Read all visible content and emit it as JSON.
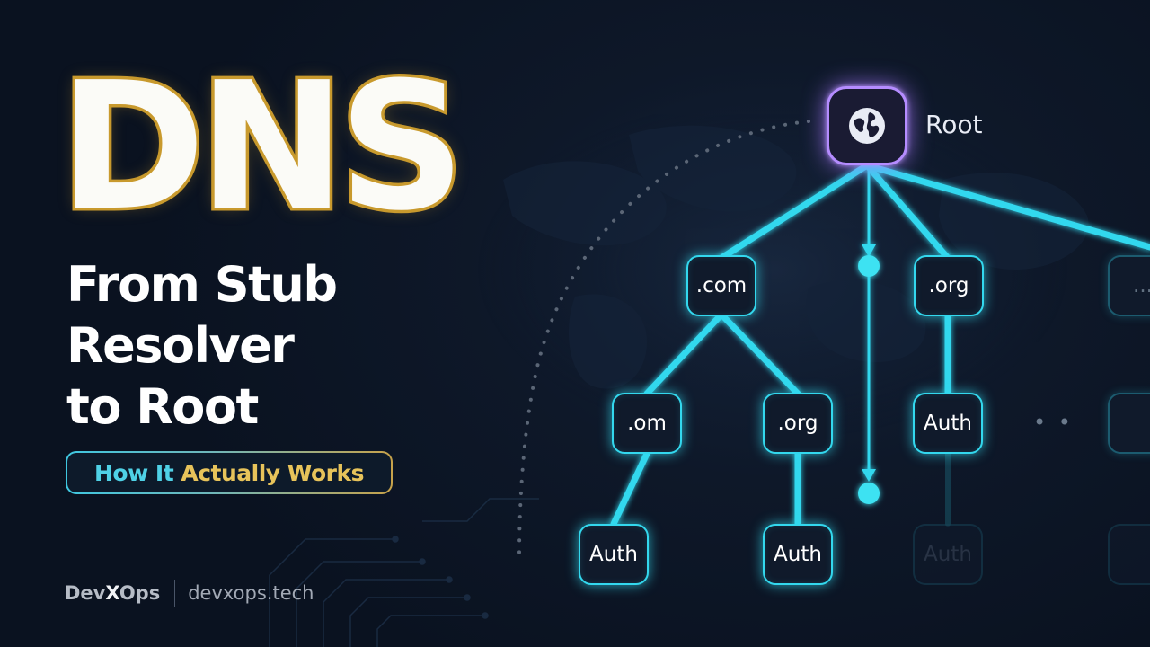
{
  "title": {
    "main": "DNS",
    "line1": "From Stub",
    "line2": "Resolver",
    "line3": "to Root"
  },
  "tagline": {
    "part1": "How It",
    "part2": "Actually Works"
  },
  "brand": {
    "name_prefix": "Dev",
    "name_x": "X",
    "name_suffix": "Ops",
    "url": "devxops.tech"
  },
  "tree": {
    "root": {
      "label": "Root",
      "icon": "globe-icon"
    },
    "tld": [
      ".com",
      ".org",
      "..."
    ],
    "second_level": [
      ".om",
      ".org",
      "Auth"
    ],
    "auth": [
      "Auth",
      "Auth",
      "Auth"
    ],
    "more_indicator": "• •"
  },
  "colors": {
    "accent_cyan": "#33d8ee",
    "root_purple": "#b58cff",
    "title_gold": "#c99a2e",
    "tag_cyan": "#4fd1e6",
    "tag_gold": "#e7c35a"
  }
}
